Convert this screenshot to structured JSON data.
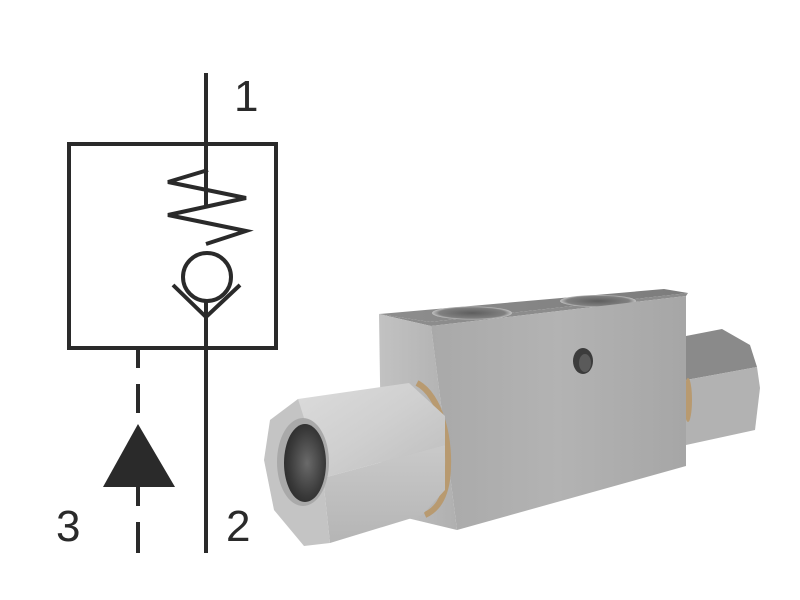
{
  "figure": {
    "type": "hydraulic pilot-operated check valve",
    "symbol": {
      "ports": [
        {
          "id": "port-1",
          "label": "1",
          "position": "top"
        },
        {
          "id": "port-2",
          "label": "2",
          "position": "bottom-right"
        },
        {
          "id": "port-3",
          "label": "3",
          "position": "bottom-left",
          "line": "dashed pilot line"
        }
      ],
      "elements": [
        "valve body box",
        "spring",
        "ball",
        "seat",
        "pilot arrow"
      ],
      "line_color": "#2a2a2a"
    },
    "product_render": {
      "parts": [
        "valve block",
        "left compression fitting nut",
        "right fitting nut",
        "two top ports",
        "side bore",
        "sealing rings"
      ],
      "metal_color": "#b4b4b4",
      "seal_color": "#b89a70"
    }
  }
}
